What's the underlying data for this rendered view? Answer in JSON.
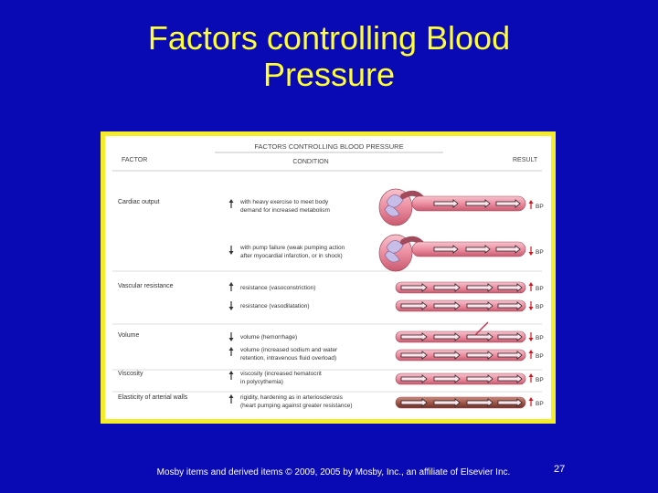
{
  "slide": {
    "title_line1": "Factors controlling Blood",
    "title_line2": "Pressure",
    "footer": "Mosby items and derived items © 2009, 2005 by Mosby, Inc., an affiliate of Elsevier Inc.",
    "slide_number": "27"
  },
  "figure": {
    "heading": "FACTORS CONTROLLING BLOOD PRESSURE",
    "col_factor": "FACTOR",
    "col_condition": "CONDITION",
    "col_result": "RESULT",
    "result_label": "BP",
    "rows": [
      {
        "factor": "Cardiac output",
        "condition_1": "with heavy exercise to meet body",
        "condition_2": "demand for increased metabolism",
        "arrow": "up",
        "result": "up"
      },
      {
        "factor": "",
        "condition_1": "with pump failure (weak pumping action",
        "condition_2": "after myocardial infarction, or in shock)",
        "arrow": "down",
        "result": "down"
      },
      {
        "factor": "Vascular resistance",
        "condition_1": "resistance (vasoconstriction)",
        "condition_2": "",
        "arrow": "up",
        "result": "up"
      },
      {
        "factor": "",
        "condition_1": "resistance (vasodilatation)",
        "condition_2": "",
        "arrow": "down",
        "result": "down"
      },
      {
        "factor": "Volume",
        "condition_1": "volume (hemorrhage)",
        "condition_2": "",
        "arrow": "down",
        "result": "down"
      },
      {
        "factor": "",
        "condition_1": "volume (increased sodium and water",
        "condition_2": "retention, intravenous fluid overload)",
        "arrow": "up",
        "result": "up"
      },
      {
        "factor": "Viscosity",
        "condition_1": "viscosity (increased hematocrit",
        "condition_2": "in polycythemia)",
        "arrow": "up",
        "result": "up"
      },
      {
        "factor": "Elasticity of arterial walls",
        "condition_1": "rigidity, hardening as in arteriosclerosis",
        "condition_2": "(heart pumping against greater resistance)",
        "arrow": "up",
        "result": "up"
      }
    ]
  },
  "colors": {
    "background": "#0a0ab4",
    "title": "#ffff33",
    "frame": "#f5ec2a",
    "vessel": "#f2a7b5",
    "up_arrow": "#d8141f"
  }
}
